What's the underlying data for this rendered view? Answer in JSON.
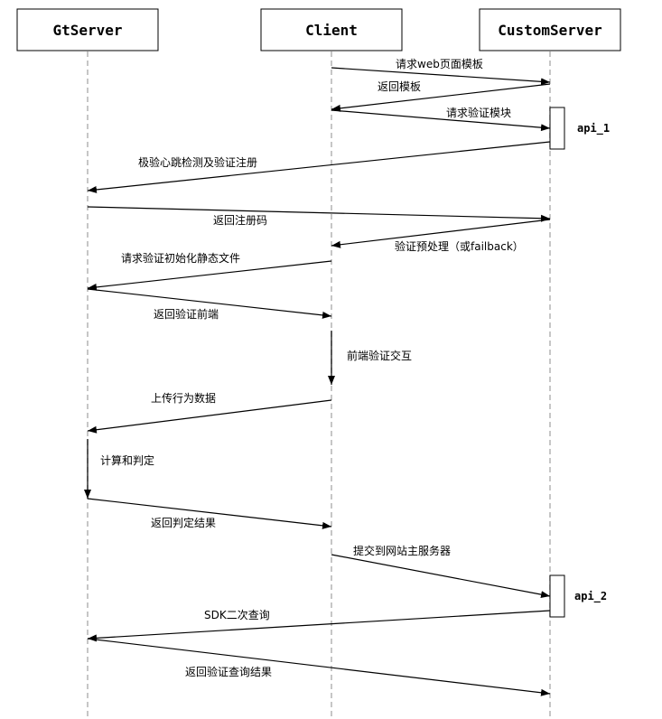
{
  "actors": [
    {
      "id": "gt",
      "label": "GtServer"
    },
    {
      "id": "client",
      "label": "Client"
    },
    {
      "id": "custom",
      "label": "CustomServer"
    }
  ],
  "activations": [
    {
      "actor": "custom",
      "label": "api_1"
    },
    {
      "actor": "custom",
      "label": "api_2"
    }
  ],
  "messages": [
    {
      "from": "client",
      "to": "custom",
      "label": "请求web页面模板"
    },
    {
      "from": "custom",
      "to": "client",
      "label": "返回模板"
    },
    {
      "from": "client",
      "to": "custom",
      "label": "请求验证模块"
    },
    {
      "from": "custom",
      "to": "gt",
      "label": "极验心跳检测及验证注册"
    },
    {
      "from": "gt",
      "to": "custom",
      "label": "返回注册码"
    },
    {
      "from": "custom",
      "to": "client",
      "label": "验证预处理（或failback）"
    },
    {
      "from": "client",
      "to": "gt",
      "label": "请求验证初始化静态文件"
    },
    {
      "from": "gt",
      "to": "client",
      "label": "返回验证前端"
    },
    {
      "from": "client",
      "to": "client",
      "label": "前端验证交互"
    },
    {
      "from": "client",
      "to": "gt",
      "label": "上传行为数据"
    },
    {
      "from": "gt",
      "to": "gt",
      "label": "计算和判定"
    },
    {
      "from": "gt",
      "to": "client",
      "label": "返回判定结果"
    },
    {
      "from": "client",
      "to": "custom",
      "label": "提交到网站主服务器"
    },
    {
      "from": "custom",
      "to": "gt",
      "label": "SDK二次查询"
    },
    {
      "from": "gt",
      "to": "custom",
      "label": "返回验证查询结果"
    }
  ]
}
